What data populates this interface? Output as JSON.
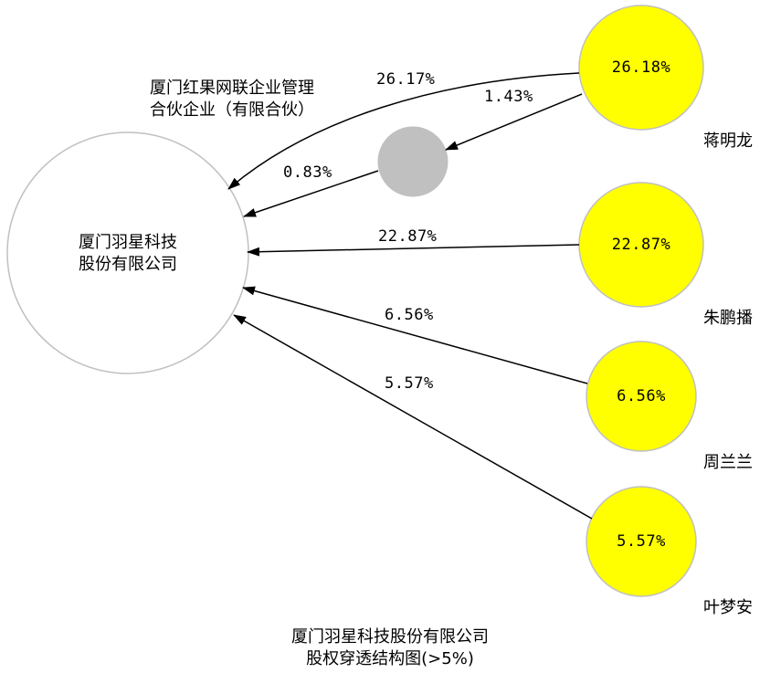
{
  "diagram": {
    "target": {
      "name_line1": "厦门羽星科技",
      "name_line2": "股份有限公司"
    },
    "intermediate": {
      "name_line1": "厦门红果网联企业管理",
      "name_line2": "合伙企业（有限合伙）"
    },
    "shareholders": [
      {
        "name": "蒋明龙",
        "share": "26.18%"
      },
      {
        "name": "朱鹏播",
        "share": "22.87%"
      },
      {
        "name": "周兰兰",
        "share": "6.56%"
      },
      {
        "name": "叶梦安",
        "share": "5.57%"
      }
    ],
    "edges": {
      "jiang_to_target": "26.17%",
      "jiang_to_partnership": "1.43%",
      "partnership_to_target": "0.83%",
      "zhu_to_target": "22.87%",
      "zhou_to_target": "6.56%",
      "ye_to_target": "5.57%"
    },
    "caption_line1": "厦门羽星科技股份有限公司",
    "caption_line2": "股权穿透结构图(>5%)",
    "colors": {
      "shareholder_fill": "#ffff00",
      "partnership_fill": "#c0c0c0",
      "node_stroke": "#c0c0c0",
      "edge": "#000000"
    }
  }
}
